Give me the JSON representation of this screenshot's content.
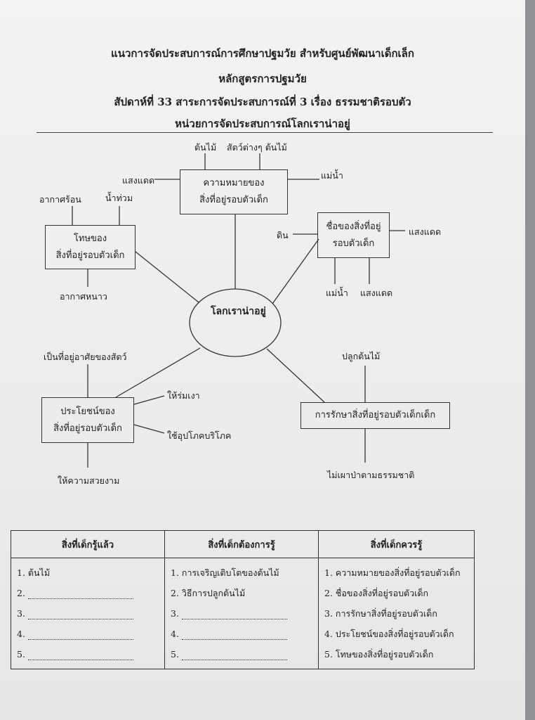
{
  "header": {
    "line1": "แนวการจัดประสบการณ์การศึกษาปฐมวัย  สำหรับศูนย์พัฒนาเด็กเล็ก",
    "line2": "หลักสูตรการปฐมวัย",
    "line3": "สัปดาห์ที่  33 สาระการจัดประสบการณ์ที่  3  เรื่อง  ธรรมชาติรอบตัว",
    "line4": "หน่วยการจัดประสบการณ์โลกเราน่าอยู่"
  },
  "diagram": {
    "center": "โลกเราน่าอยู่",
    "meaning": {
      "line1": "ความหมายของ",
      "line2": "สิ่งที่อยู่รอบตัวเด็ก",
      "items": [
        "ต้นไม้",
        "สัตว์ต่างๆ ต้นไม้",
        "แสงแดด",
        "แม่น้ำ"
      ]
    },
    "harm": {
      "line1": "โทษของ",
      "line2": "สิ่งที่อยู่รอบตัวเด็ก",
      "items": [
        "อากาศร้อน",
        "น้ำท่วม",
        "อากาศหนาว"
      ]
    },
    "names": {
      "line1": "ชื่อของสิ่งที่อยู่",
      "line2": "รอบตัวเด็ก",
      "items": [
        "ดิน",
        "แสงแดด",
        "แม่น้ำ",
        "แสงแดด"
      ]
    },
    "benefit": {
      "line1": "ประโยชน์ของ",
      "line2": "สิ่งที่อยู่รอบตัวเด็ก",
      "items": [
        "เป็นที่อยู่อาศัยของสัตว์",
        "ให้ร่มเงา",
        "ใช้อุปโภคบริโภค",
        "ให้ความสวยงาม"
      ]
    },
    "care": {
      "line1": "การรักษาสิ่งที่อยู่รอบตัวเด็กเด็ก",
      "items": [
        "ปลูกต้นไม้",
        "ไม่เผาป่าตามธรรมชาติ"
      ]
    }
  },
  "table": {
    "headers": [
      "สิ่งที่เด็กรู้แล้ว",
      "สิ่งที่เด็กต้องการรู้",
      "สิ่งที่เด็กควรรู้"
    ],
    "col1": [
      "1.  ต้นไม้",
      "2.",
      "3.",
      "4.",
      "5."
    ],
    "col2": [
      "1.  การเจริญเติบโตของต้นไม้",
      "2.  วิธีการปลูกต้นไม้",
      "3.",
      "4.",
      "5."
    ],
    "col3": [
      "1.  ความหมายของสิ่งที่อยู่รอบตัวเด็ก",
      "2.  ชื่อของสิ่งที่อยู่รอบตัวเด็ก",
      "3.  การรักษาสิ่งที่อยู่รอบตัวเด็ก",
      "4.  ประโยชน์ของสิ่งที่อยู่รอบตัวเด็ก",
      "5.  โทษของสิ่งที่อยู่รอบตัวเด็ก"
    ]
  }
}
